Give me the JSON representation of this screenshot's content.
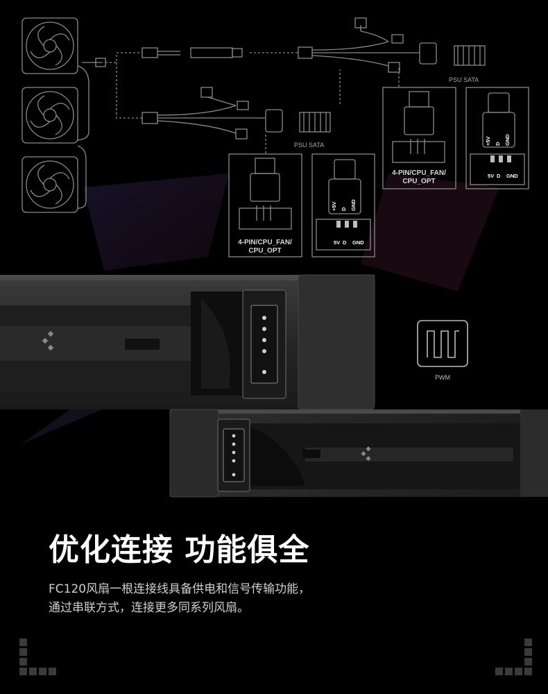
{
  "diagram": {
    "psu_sata_label_1": "PSU SATA",
    "psu_sata_label_2": "PSU SATA",
    "header_label_1": [
      "4-PIN/CPU_FAN/",
      "CPU_OPT"
    ],
    "header_label_2": [
      "4-PIN/CPU_FAN/",
      "CPU_OPT"
    ],
    "sata_pins_1": {
      "v": "5V",
      "d": "D",
      "gnd": "GND"
    },
    "sata_pins_2": {
      "v": "5V",
      "d": "D",
      "gnd": "GND"
    },
    "sata_plug_1": {
      "v": "+5V",
      "d": "D",
      "gnd": "GND"
    },
    "sata_plug_2": {
      "v": "+5V",
      "d": "D",
      "gnd": "GND"
    }
  },
  "pwm_icon": {
    "label": "PWM"
  },
  "headline": "优化连接 功能俱全",
  "description": [
    "FC120风扇一根连接线具备供电和信号传输功能，",
    "通过串联方式，连接更多同系列风扇。"
  ],
  "colors": {
    "background": "#000000",
    "line": "#8a8a8a",
    "fan_body": "#2a2a2a",
    "accent_shadow": "#1c1028"
  }
}
